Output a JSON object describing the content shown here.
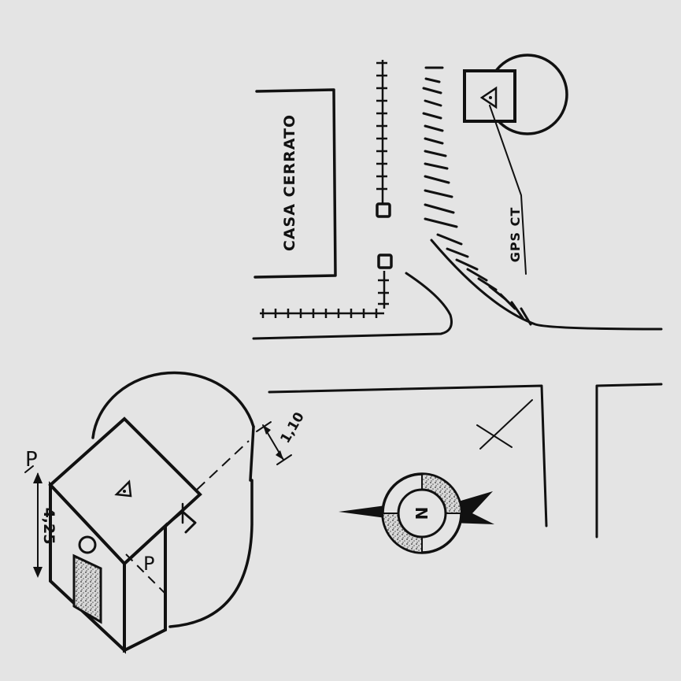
{
  "sketch": {
    "building_label": "CASA CERRATO",
    "gps_label": "GPS CT",
    "dimension_height": "1,10",
    "dimension_distance": "4,25",
    "point_label_left": "P",
    "point_label_corner": "P",
    "north_label": "N",
    "colors": {
      "ink": "#111111",
      "paper": "#e4e4e4",
      "stipple": "#9a9a9a"
    }
  }
}
